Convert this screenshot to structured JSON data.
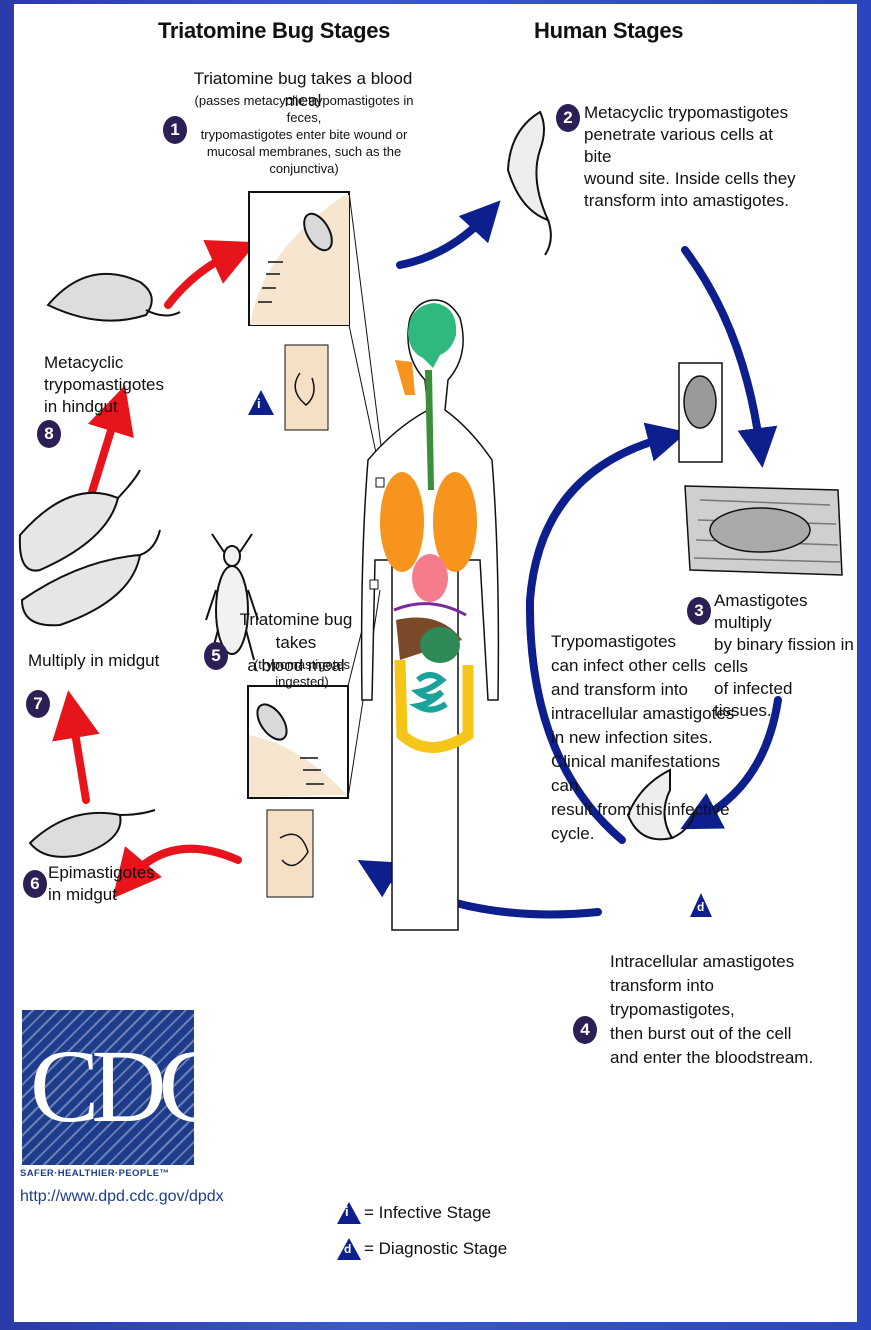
{
  "headers": {
    "bug_stages": "Triatomine Bug Stages",
    "human_stages": "Human Stages"
  },
  "steps": {
    "s1": {
      "num": "1",
      "title": "Triatomine bug takes a blood meal",
      "detail_1": "(passes metacyclic trypomastigotes in feces,",
      "detail_2": "trypomastigotes enter bite wound or",
      "detail_3": "mucosal membranes, such as the conjunctiva)"
    },
    "s2": {
      "num": "2",
      "line_1": "Metacyclic trypomastigotes",
      "line_2": "penetrate various cells at bite",
      "line_3": "wound site.  Inside cells they",
      "line_4": "transform into amastigotes."
    },
    "s3": {
      "num": "3",
      "line_1": "Amastigotes multiply",
      "line_2": "by binary fission in cells",
      "line_3": "of infected tissues."
    },
    "s4": {
      "num": "4",
      "line_1": "Intracellular amastigotes",
      "line_2": "transform into trypomastigotes,",
      "line_3": "then burst out of the cell",
      "line_4": "and enter the bloodstream."
    },
    "s5": {
      "num": "5",
      "line_1": "Triatomine bug takes",
      "line_2": "a blood meal",
      "line_3": "(trypomastigotes ingested)"
    },
    "s6": {
      "num": "6",
      "line_1": "Epimastigotes",
      "line_2": "in midgut"
    },
    "s7": {
      "num": "7",
      "line_1": "Multiply in midgut"
    },
    "s8": {
      "num": "8",
      "line_1": "Metacyclic trypomastigotes",
      "line_2": "in hindgut"
    }
  },
  "cycle_note": [
    "Trypomastigotes",
    "can infect other cells",
    "and transform into",
    "intracellular amastigotes",
    "in new infection sites.",
    "Clinical manifestations can",
    "result from this infective cycle."
  ],
  "legend": {
    "infective_symbol": "i",
    "infective_label": "= Infective Stage",
    "diagnostic_symbol": "d",
    "diagnostic_label": "= Diagnostic Stage"
  },
  "logo": {
    "text": "CDC",
    "tagline": "SAFER·HEALTHIER·PEOPLE™"
  },
  "url": "http://www.dpd.cdc.gov/dpdx",
  "colors": {
    "bug_arrows": "#e8141c",
    "human_arrows": "#0d1f8c",
    "step_circle": "#2c1f55",
    "stage_triangle": "#0d1f8c"
  }
}
